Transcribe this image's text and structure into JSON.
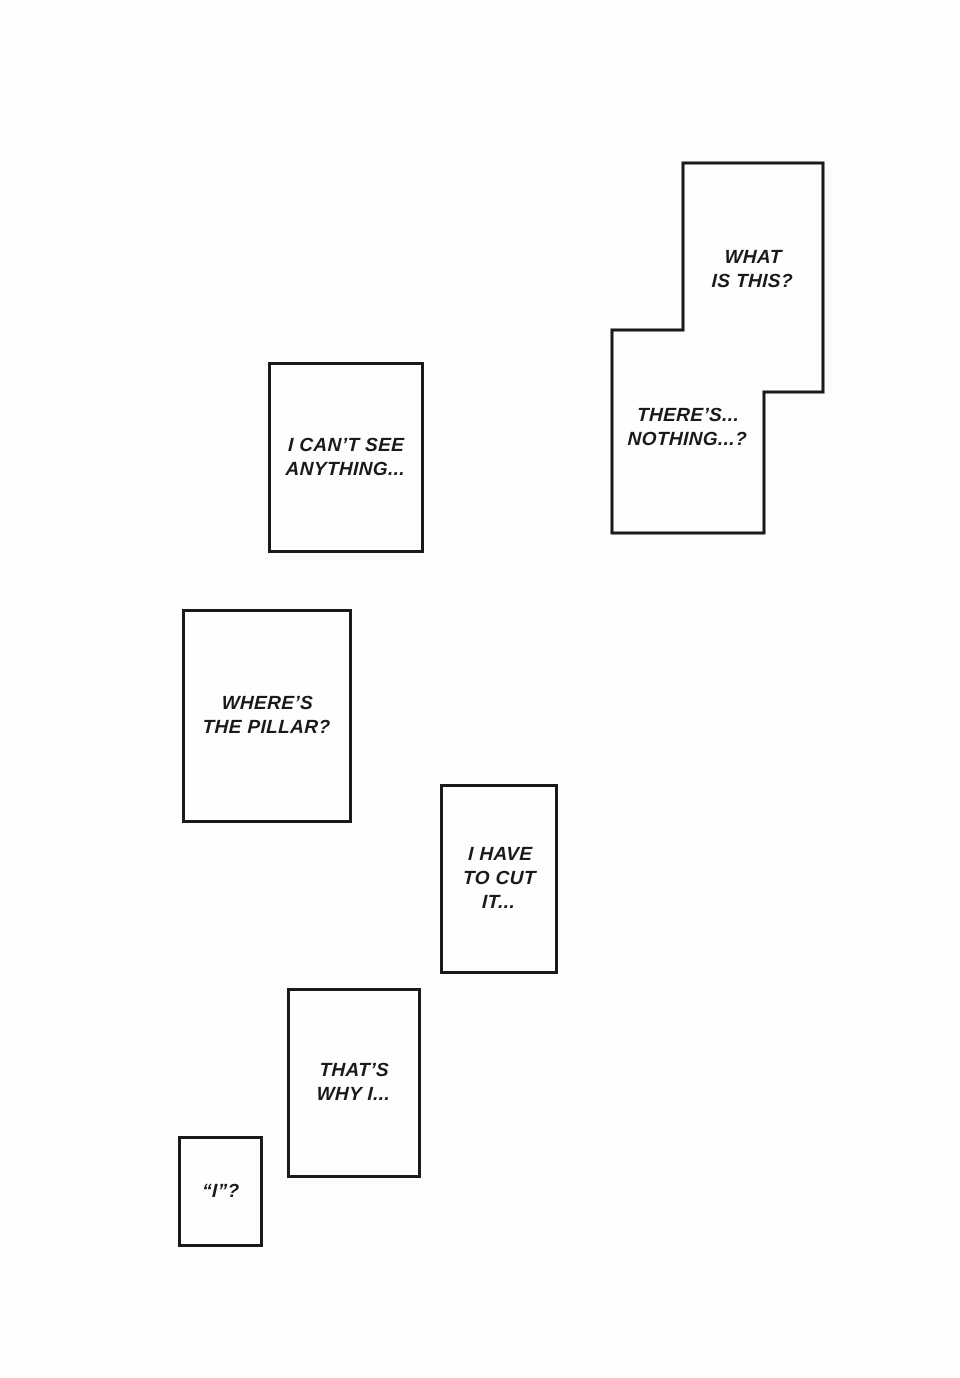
{
  "page": {
    "kind_label": "manga-page",
    "background_color": "#fdfdfd",
    "panel_fill": "#fefefe",
    "ink_color": "#1a1a1a"
  },
  "bubbles": {
    "what_is_this": "WHAT\nIS THIS?",
    "theres_nothing": "THERE’S...\nNOTHING...?",
    "cant_see": "I CAN’T SEE\nANYTHING...",
    "wheres_pillar": "WHERE’S\nTHE PILLAR?",
    "have_to_cut": "I HAVE\nTO CUT\nIT...",
    "thats_why": "THAT’S\nWHY I...",
    "i_quote": "“I”?"
  }
}
